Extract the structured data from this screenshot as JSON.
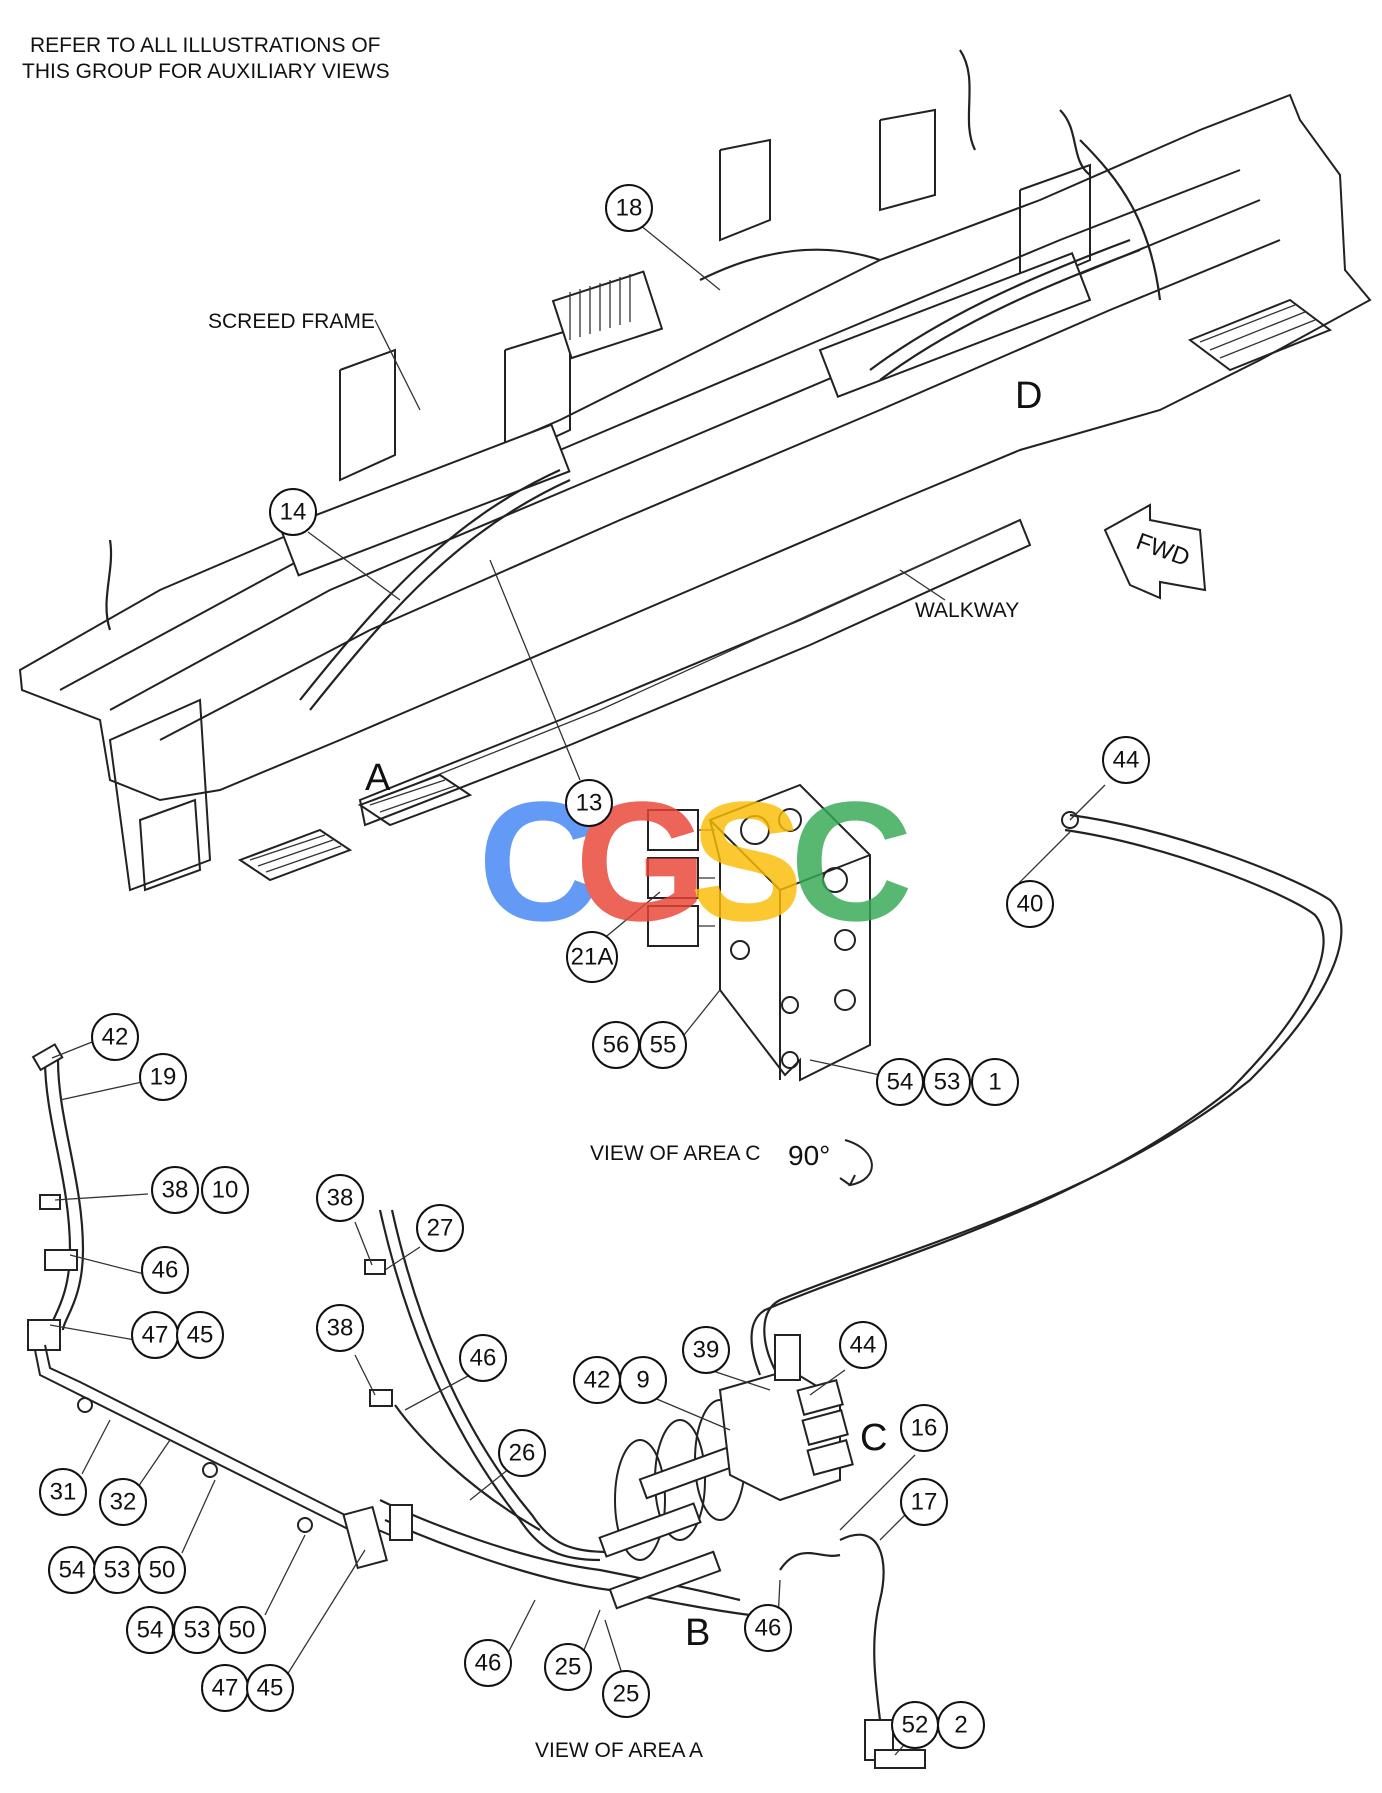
{
  "notes": {
    "line1": "REFER TO ALL ILLUSTRATIONS OF",
    "line2": "THIS GROUP FOR AUXILIARY VIEWS"
  },
  "labels": {
    "screed_frame": "SCREED FRAME",
    "walkway": "WALKWAY",
    "fwd": "FWD",
    "view_area_c": "VIEW OF AREA C",
    "rotation": "90°",
    "view_area_a": "VIEW OF AREA A"
  },
  "area_letters": {
    "a": "A",
    "b": "B",
    "c": "C",
    "d": "D"
  },
  "watermark": "CGSC",
  "watermark_colors": [
    "#4285F4",
    "#EA4335",
    "#FBBC05",
    "#34A853"
  ],
  "callouts": [
    "18",
    "14",
    "13",
    "44",
    "40",
    "21A",
    "56",
    "55",
    "54",
    "53",
    "1",
    "42",
    "19",
    "38",
    "10",
    "46",
    "47",
    "45",
    "38",
    "27",
    "38",
    "46",
    "26",
    "39",
    "44",
    "42",
    "9",
    "16",
    "17",
    "31",
    "32",
    "54",
    "53",
    "50",
    "54",
    "53",
    "50",
    "47",
    "45",
    "46",
    "25",
    "25",
    "46",
    "52",
    "2"
  ]
}
